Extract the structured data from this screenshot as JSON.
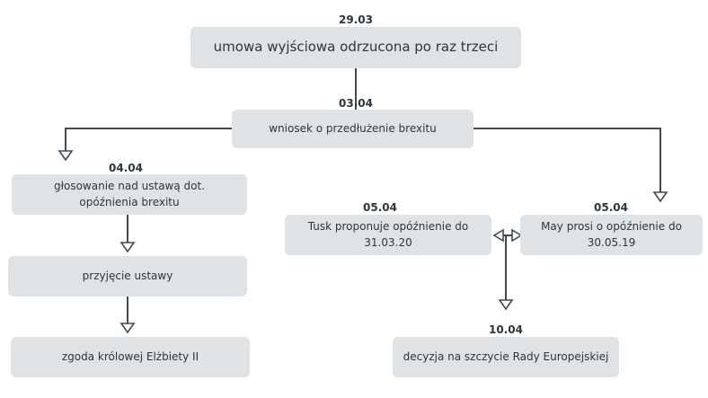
{
  "diagram": {
    "nodes": {
      "n1": {
        "date": "29.03",
        "label": "umowa wyjściowa odrzucona po raz trzeci"
      },
      "n2": {
        "date": "03.04",
        "label": "wniosek o przedłużenie brexitu"
      },
      "n3": {
        "date": "04.04",
        "label_line1": "głosowanie nad ustawą dot.",
        "label_line2": "opóźnienia brexitu"
      },
      "n4": {
        "label": "przyjęcie ustawy"
      },
      "n5": {
        "label": "zgoda królowej Elżbiety II"
      },
      "n6": {
        "date": "05.04",
        "label": "Tusk proponuje opóźnienie do 31.03.20"
      },
      "n7": {
        "date": "05.04",
        "label": "May prosi o opóźnienie do 30.05.19"
      },
      "n8": {
        "date": "10.04",
        "label": "decyzja na szczycie Rady Europejskiej"
      }
    },
    "colors": {
      "box": "#dfe3e6",
      "line": "#3f4a52",
      "text": "#2b3640"
    }
  }
}
